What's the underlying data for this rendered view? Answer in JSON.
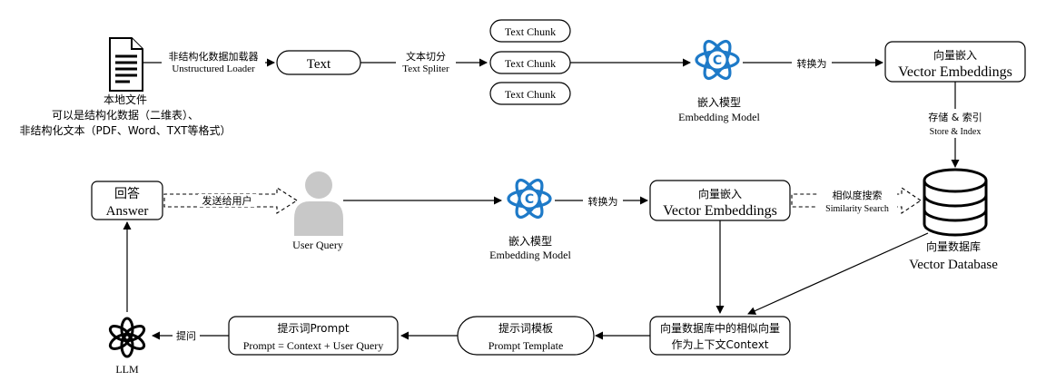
{
  "top_row": {
    "file_label_1": "本地文件",
    "file_label_2": "可以是结构化数据（二维表）、",
    "file_label_3": "非结构化文本（PDF、Word、TXT等格式）",
    "loader_zh": "非结构化数据加载器",
    "loader_en": "Unstructured Loader",
    "text_node": "Text",
    "splitter_zh": "文本切分",
    "splitter_en": "Text Spliter",
    "chunks": [
      "Text Chunk",
      "Text Chunk",
      "Text Chunk"
    ],
    "embed_model_zh": "嵌入模型",
    "embed_model_en": "Embedding Model",
    "convert_label": "转换为",
    "vec_embed_zh": "向量嵌入",
    "vec_embed_en": "Vector Embeddings"
  },
  "store": {
    "zh": "存储 & 索引",
    "en": "Store & Index"
  },
  "middle_row": {
    "answer_zh": "回答",
    "answer_en": "Answer",
    "send_label": "发送给用户",
    "user_query": "User Query",
    "embed_model_zh": "嵌入模型",
    "embed_model_en": "Embedding Model",
    "convert_label": "转换为",
    "vec_embed_zh": "向量嵌入",
    "vec_embed_en": "Vector Embeddings",
    "similarity_zh": "相似度搜索",
    "similarity_en": "Similarity Search",
    "db_zh": "向量数据库",
    "db_en": "Vector Database"
  },
  "bottom_row": {
    "context_1": "向量数据库中的相似向量",
    "context_2": "作为上下文Context",
    "template_zh": "提示词模板",
    "template_en": "Prompt Template",
    "prompt_zh": "提示词Prompt",
    "prompt_formula": "Prompt = Context + User Query",
    "ask_label": "提问",
    "llm": "LLM"
  },
  "colors": {
    "icon_blue": "#1e7ac8",
    "user_gray": "#c8c8c8"
  },
  "icons": [
    "document-icon",
    "embedding-model-icon",
    "user-icon",
    "database-icon",
    "openai-logo-icon"
  ]
}
